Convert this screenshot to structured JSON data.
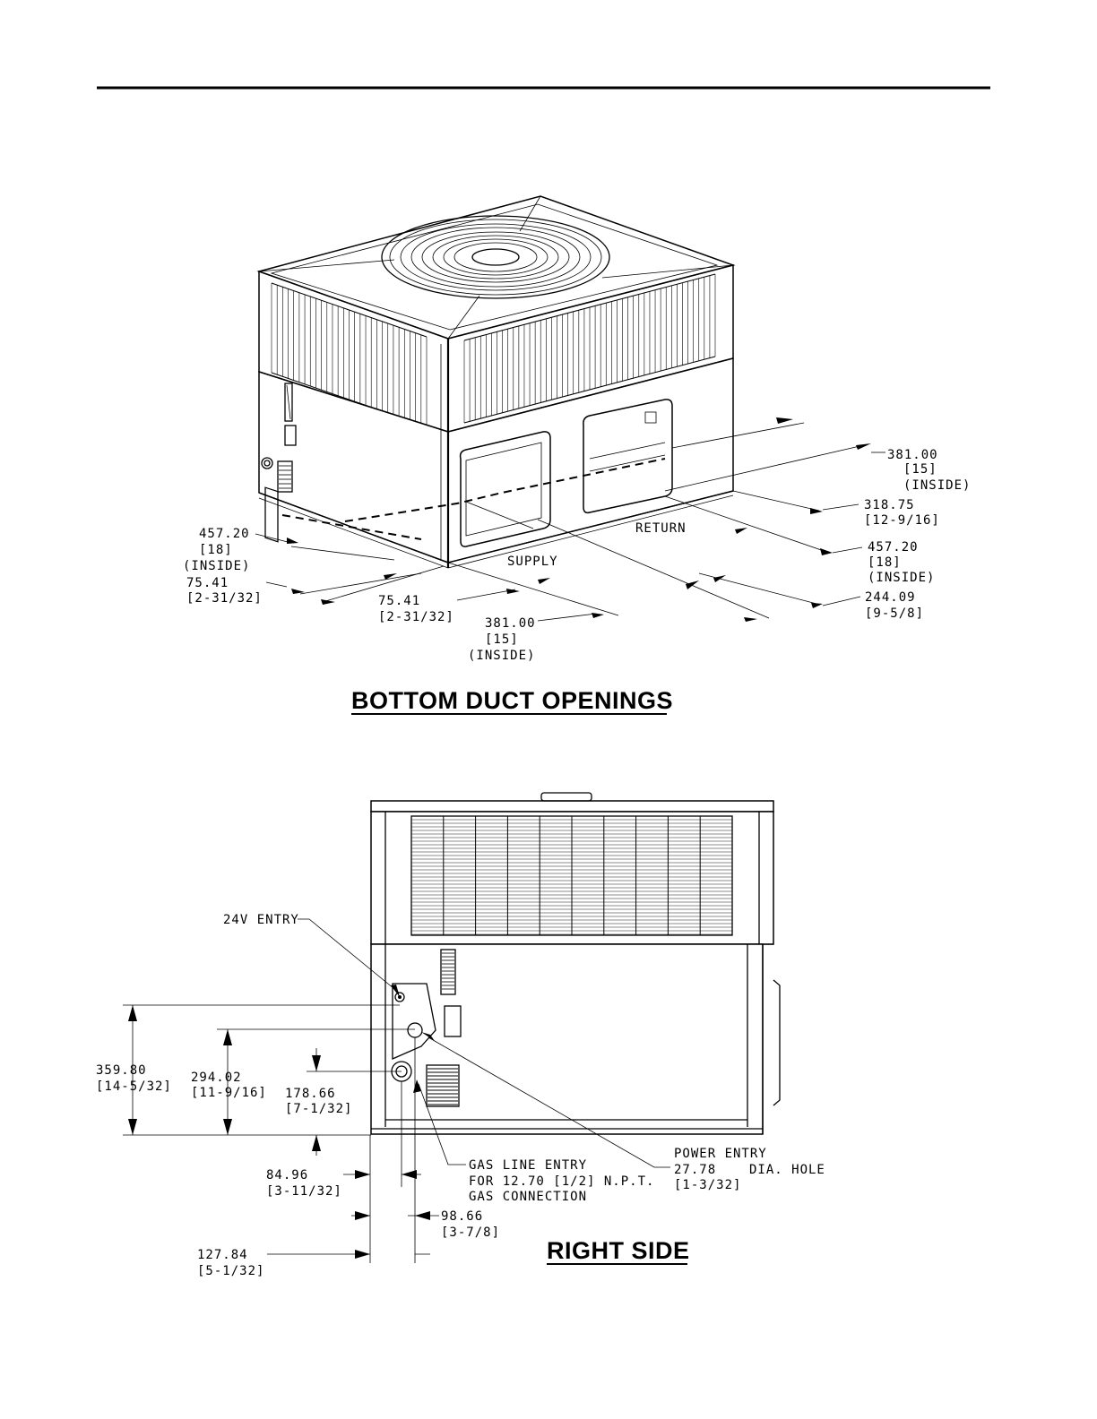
{
  "bottom_view": {
    "title": "BOTTOM DUCT OPENINGS",
    "labels": {
      "supply": "SUPPLY",
      "return": "RETURN"
    },
    "dims": {
      "d1_val": "381.00",
      "d1_frac": "[15]",
      "d1_note": "(INSIDE)",
      "d2_val": "318.75",
      "d2_frac": "[12-9/16]",
      "d3_val": "457.20",
      "d3_frac": "[18]",
      "d3_note": "(INSIDE)",
      "d4_val": "244.09",
      "d4_frac": "[9-5/8]",
      "d5_val": "457.20",
      "d5_frac": "[18]",
      "d5_note": "(INSIDE)",
      "d6_val": "75.41",
      "d6_frac": "[2-31/32]",
      "d7_val": "75.41",
      "d7_frac": "[2-31/32]",
      "d8_val": "381.00",
      "d8_frac": "[15]",
      "d8_note": "(INSIDE)"
    }
  },
  "side_view": {
    "title": "RIGHT SIDE",
    "labels": {
      "entry_24v": "24V ENTRY",
      "gas_1": "GAS LINE ENTRY",
      "gas_2": "FOR 12.70 [1/2] N.P.T.",
      "gas_3": "GAS CONNECTION",
      "power_1": "POWER ENTRY",
      "power_2a": "27.78",
      "power_2b": "DIA. HOLE",
      "power_3": "[1-3/32]"
    },
    "dims": {
      "h1_val": "359.80",
      "h1_frac": "[14-5/32]",
      "h2_val": "294.02",
      "h2_frac": "[11-9/16]",
      "h3_val": "178.66",
      "h3_frac": "[7-1/32]",
      "w1_val": "84.96",
      "w1_frac": "[3-11/32]",
      "w2_val": "98.66",
      "w2_frac": "[3-7/8]",
      "w3_val": "127.84",
      "w3_frac": "[5-1/32]"
    }
  }
}
